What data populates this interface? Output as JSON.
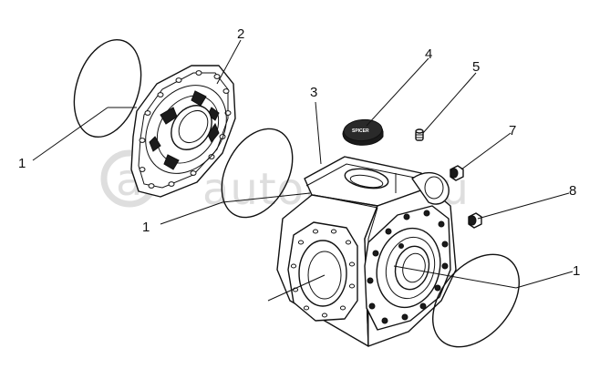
{
  "callouts": {
    "c1a": "1",
    "c1b": "1",
    "c1c": "1",
    "c2": "2",
    "c3": "3",
    "c4": "4",
    "c5": "5",
    "c7": "7",
    "c8": "8"
  },
  "cap_marking": "SPICER",
  "watermark": {
    "logo_letter": "a",
    "text": "autopiter.ru"
  },
  "colors": {
    "line": "#111111",
    "background": "#ffffff",
    "watermark": "#dedede"
  }
}
